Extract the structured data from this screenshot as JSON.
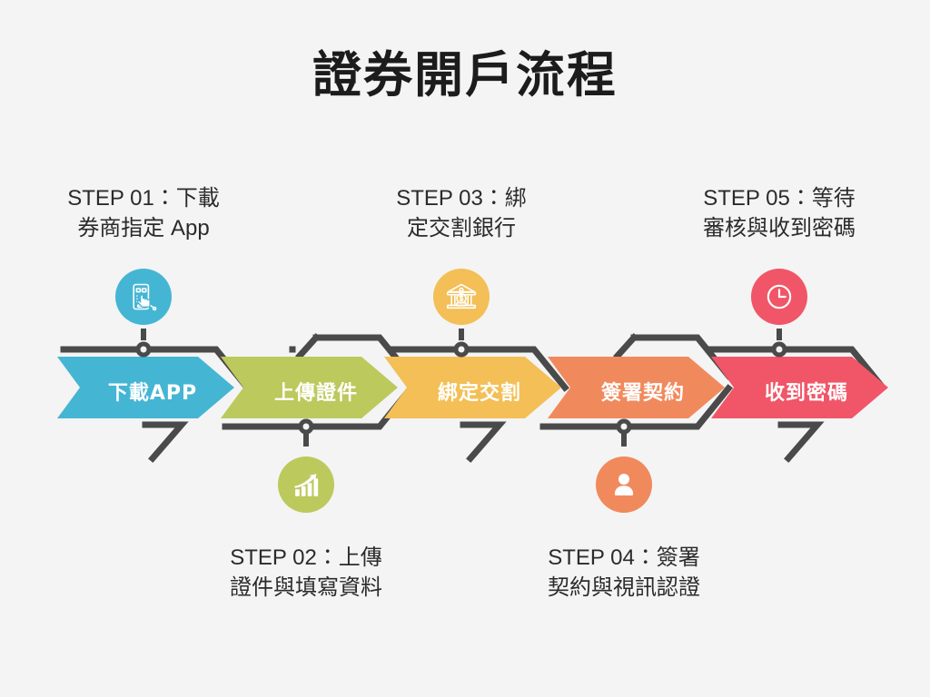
{
  "page": {
    "title": "證券開戶流程",
    "background_color": "#f4f4f4",
    "title_color": "#1c1c1c",
    "outline_color": "#4a4a4a",
    "caption_color": "#2b2b2b",
    "chevron_text_color": "#ffffff"
  },
  "steps": [
    {
      "id": "step-01",
      "caption_lines": [
        "STEP 01：下載",
        "券商指定 App"
      ],
      "chevron_label": "下載APP",
      "color": "#45b5d4",
      "icon": "smartphone-tap-icon",
      "icon_position": "above"
    },
    {
      "id": "step-02",
      "caption_lines": [
        "STEP 02：上傳",
        "證件與填寫資料"
      ],
      "chevron_label": "上傳證件",
      "color": "#b8c css",
      "icon": "growth-chart-icon",
      "icon_position": "below"
    },
    {
      "id": "step-03",
      "caption_lines": [
        "STEP 03：綁",
        "定交割銀行"
      ],
      "chevron_label": "綁定交割",
      "color": "#f3bf56",
      "icon": "bank-icon",
      "icon_position": "above"
    },
    {
      "id": "step-04",
      "caption_lines": [
        "STEP 04：簽署",
        "契約與視訊認證"
      ],
      "chevron_label": "簽署契約",
      "color": "#f08a5d",
      "icon": "user-person-icon",
      "icon_position": "below"
    },
    {
      "id": "step-05",
      "caption_lines": [
        "STEP 05：等待",
        "審核與收到密碼"
      ],
      "chevron_label": "收到密碼",
      "color": "#f05668",
      "icon": "clock-icon",
      "icon_position": "above"
    }
  ],
  "colors": {
    "step1": "#45b5d4",
    "step2": "#bcc95c",
    "step3": "#f3bf56",
    "step4": "#f08a5d",
    "step5": "#f05668"
  }
}
